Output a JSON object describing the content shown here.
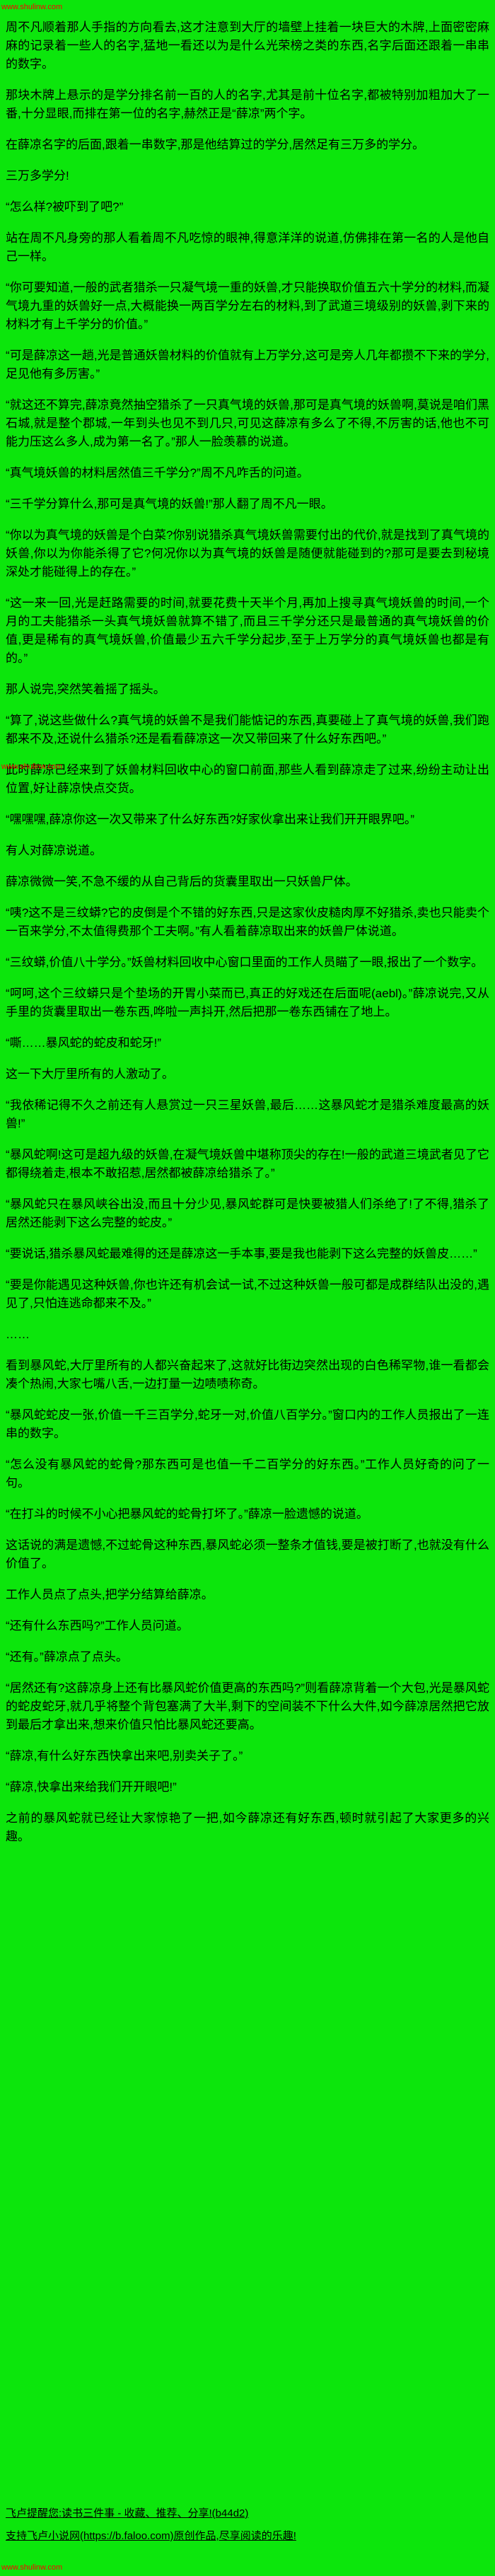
{
  "page": {
    "background": "#0ce60c",
    "text_color": "#000000",
    "watermark_color": "#ff0000"
  },
  "watermark": {
    "text": "www.shulinw.com"
  },
  "paragraphs": [
    "周不凡顺着那人手指的方向看去,这才注意到大厅的墙壁上挂着一块巨大的木牌,上面密密麻麻的记录着一些人的名字,猛地一看还以为是什么光荣榜之类的东西,名字后面还跟着一串串的数字。",
    "那块木牌上悬示的是学分排名前一百的人的名字,尤其是前十位名字,都被特别加粗加大了一番,十分显眼,而排在第一位的名字,赫然正是“薛凉”两个字。",
    "在薛凉名字的后面,跟着一串数字,那是他结算过的学分,居然足有三万多的学分。",
    "三万多学分!",
    "“怎么样?被吓到了吧?”",
    "站在周不凡身旁的那人看着周不凡吃惊的眼神,得意洋洋的说道,仿佛排在第一名的人是他自己一样。",
    "“你可要知道,一般的武者猎杀一只凝气境一重的妖兽,才只能换取价值五六十学分的材料,而凝气境九重的妖兽好一点,大概能换一两百学分左右的材料,到了武道三境级别的妖兽,剥下来的材料才有上千学分的价值。”",
    "“可是薛凉这一趟,光是普通妖兽材料的价值就有上万学分,这可是旁人几年都攒不下来的学分,足见他有多厉害。”",
    "“就这还不算完,薛凉竟然抽空猎杀了一只真气境的妖兽,那可是真气境的妖兽啊,莫说是咱们黑石城,就是整个郡城,一年到头也见不到几只,可见这薛凉有多么了不得,不厉害的话,他也不可能力压这么多人,成为第一名了。”那人一脸羡慕的说道。",
    "“真气境妖兽的材料居然值三千学分?”周不凡咋舌的问道。",
    "“三千学分算什么,那可是真气境的妖兽!”那人翻了周不凡一眼。",
    "“你以为真气境的妖兽是个白菜?你别说猎杀真气境妖兽需要付出的代价,就是找到了真气境的妖兽,你以为你能杀得了它?何况你以为真气境的妖兽是随便就能碰到的?那可是要去到秘境深处才能碰得上的存在。”",
    "“这一来一回,光是赶路需要的时间,就要花费十天半个月,再加上搜寻真气境妖兽的时间,一个月的工夫能猎杀一头真气境妖兽就算不错了,而且三千学分还只是最普通的真气境妖兽的价值,更是稀有的真气境妖兽,价值最少五六千学分起步,至于上万学分的真气境妖兽也都是有的。”",
    "那人说完,突然笑着摇了摇头。",
    "“算了,说这些做什么?真气境的妖兽不是我们能惦记的东西,真要碰上了真气境的妖兽,我们跑都来不及,还说什么猎杀?还是看看薛凉这一次又带回来了什么好东西吧。”",
    "此时薛凉已经来到了妖兽材料回收中心的窗口前面,那些人看到薛凉走了过来,纷纷主动让出位置,好让薛凉快点交货。",
    "“嘿嘿嘿,薛凉你这一次又带来了什么好东西?好家伙拿出来让我们开开眼界吧。”",
    "有人对薛凉说道。",
    "薛凉微微一笑,不急不缓的从自己背后的货囊里取出一只妖兽尸体。",
    "“咦?这不是三纹蟒?它的皮倒是个不错的好东西,只是这家伙皮糙肉厚不好猎杀,卖也只能卖个一百来学分,不太值得费那个工夫啊。”有人看着薛凉取出来的妖兽尸体说道。",
    "“三纹蟒,价值八十学分。”妖兽材料回收中心窗口里面的工作人员瞄了一眼,报出了一个数字。",
    "“呵呵,这个三纹蟒只是个垫场的开胃小菜而已,真正的好戏还在后面呢(aebl)。”薛凉说完,又从手里的货囊里取出一卷东西,哗啦一声抖开,然后把那一卷东西铺在了地上。",
    "“嘶……暴风蛇的蛇皮和蛇牙!”",
    "这一下大厅里所有的人激动了。",
    "“我依稀记得不久之前还有人悬赏过一只三星妖兽,最后……这暴风蛇才是猎杀难度最高的妖兽!”",
    "“暴风蛇啊!这可是超九级的妖兽,在凝气境妖兽中堪称顶尖的存在!一般的武道三境武者见了它都得绕着走,根本不敢招惹,居然都被薛凉给猎杀了。”",
    "“暴风蛇只在暴风峡谷出没,而且十分少见,暴风蛇群可是快要被猎人们杀绝了!了不得,猎杀了居然还能剥下这么完整的蛇皮。”",
    "“要说话,猎杀暴风蛇最难得的还是薛凉这一手本事,要是我也能剥下这么完整的妖兽皮……”",
    "“要是你能遇见这种妖兽,你也许还有机会试一试,不过这种妖兽一般可都是成群结队出没的,遇见了,只怕连逃命都来不及。”",
    "……",
    "看到暴风蛇,大厅里所有的人都兴奋起来了,这就好比街边突然出现的白色稀罕物,谁一看都会凑个热闹,大家七嘴八舌,一边打量一边啧啧称奇。",
    "“暴风蛇蛇皮一张,价值一千三百学分,蛇牙一对,价值八百学分。”窗口内的工作人员报出了一连串的数字。",
    "“怎么没有暴风蛇的蛇骨?那东西可是也值一千二百学分的好东西。”工作人员好奇的问了一句。",
    "“在打斗的时候不小心把暴风蛇的蛇骨打坏了。”薛凉一脸遗憾的说道。",
    "这话说的满是遗憾,不过蛇骨这种东西,暴风蛇必须一整条才值钱,要是被打断了,也就没有什么价值了。",
    "工作人员点了点头,把学分结算给薛凉。",
    "“还有什么东西吗?”工作人员问道。",
    "“还有。”薛凉点了点头。",
    "“居然还有?这薛凉身上还有比暴风蛇价值更高的东西吗?”则看薛凉背着一个大包,光是暴风蛇的蛇皮蛇牙,就几乎将整个背包塞满了大半,剩下的空间装不下什么大件,如今薛凉居然把它放到最后才拿出来,想来价值只怕比暴风蛇还要高。",
    "“薛凉,有什么好东西快拿出来吧,别卖关子了。”",
    "“薛凉,快拿出来给我们开开眼吧!”",
    "之前的暴风蛇就已经让大家惊艳了一把,如今薛凉还有好东西,顿时就引起了大家更多的兴趣。"
  ],
  "footer": {
    "reminder": "飞卢提醒您:读书三件事 - 收藏、推荐、分享!(b44d2)",
    "support": "支持飞卢小说网(https://b.faloo.com)原创作品,尽享阅读的乐趣!"
  }
}
